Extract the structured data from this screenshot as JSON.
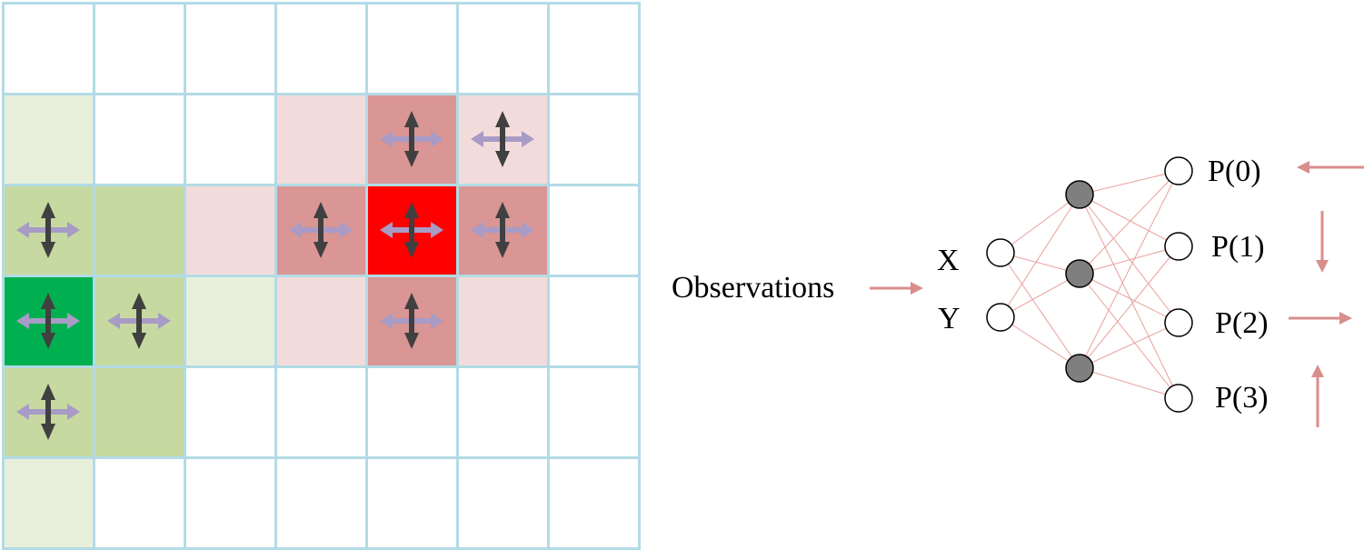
{
  "colors": {
    "grid_line": "#b3dbe6",
    "green_light": "#e8f0dc",
    "green_mid": "#c6d9a0",
    "green_dark": "#00b050",
    "red_light": "#f2dcdb",
    "red_mid": "#d99694",
    "red_strong": "#ff0000",
    "arrow_vertical": "#404040",
    "arrow_horizontal": "#a89bc6",
    "edge": "#e8a09c",
    "action_arrow": "#d88e8c",
    "hidden_node": "#7f7f7f"
  },
  "grid": {
    "rows": 6,
    "cols": 7,
    "shaded_cells": [
      {
        "row": 1,
        "col": 0,
        "shade": "green_light",
        "arrows": false
      },
      {
        "row": 2,
        "col": 0,
        "shade": "green_mid",
        "arrows": true
      },
      {
        "row": 2,
        "col": 1,
        "shade": "green_mid",
        "arrows": false
      },
      {
        "row": 3,
        "col": 0,
        "shade": "green_dark",
        "arrows": true
      },
      {
        "row": 3,
        "col": 1,
        "shade": "green_mid",
        "arrows": true
      },
      {
        "row": 3,
        "col": 2,
        "shade": "green_light",
        "arrows": false
      },
      {
        "row": 4,
        "col": 0,
        "shade": "green_mid",
        "arrows": true
      },
      {
        "row": 4,
        "col": 1,
        "shade": "green_mid",
        "arrows": false
      },
      {
        "row": 5,
        "col": 0,
        "shade": "green_light",
        "arrows": false
      },
      {
        "row": 1,
        "col": 3,
        "shade": "red_light",
        "arrows": false
      },
      {
        "row": 1,
        "col": 4,
        "shade": "red_mid",
        "arrows": true
      },
      {
        "row": 1,
        "col": 5,
        "shade": "red_light",
        "arrows": true
      },
      {
        "row": 2,
        "col": 2,
        "shade": "red_light",
        "arrows": false
      },
      {
        "row": 2,
        "col": 3,
        "shade": "red_mid",
        "arrows": true
      },
      {
        "row": 2,
        "col": 4,
        "shade": "red_strong",
        "arrows": true
      },
      {
        "row": 2,
        "col": 5,
        "shade": "red_mid",
        "arrows": true
      },
      {
        "row": 3,
        "col": 3,
        "shade": "red_light",
        "arrows": false
      },
      {
        "row": 3,
        "col": 4,
        "shade": "red_mid",
        "arrows": true
      },
      {
        "row": 3,
        "col": 5,
        "shade": "red_light",
        "arrows": false
      }
    ]
  },
  "network": {
    "observations_label": "Observations",
    "inputs": [
      "X",
      "Y"
    ],
    "hidden_count": 3,
    "outputs": [
      "P(0)",
      "P(1)",
      "P(2)",
      "P(3)"
    ],
    "action_arrows": [
      "left",
      "down",
      "right",
      "up"
    ]
  }
}
